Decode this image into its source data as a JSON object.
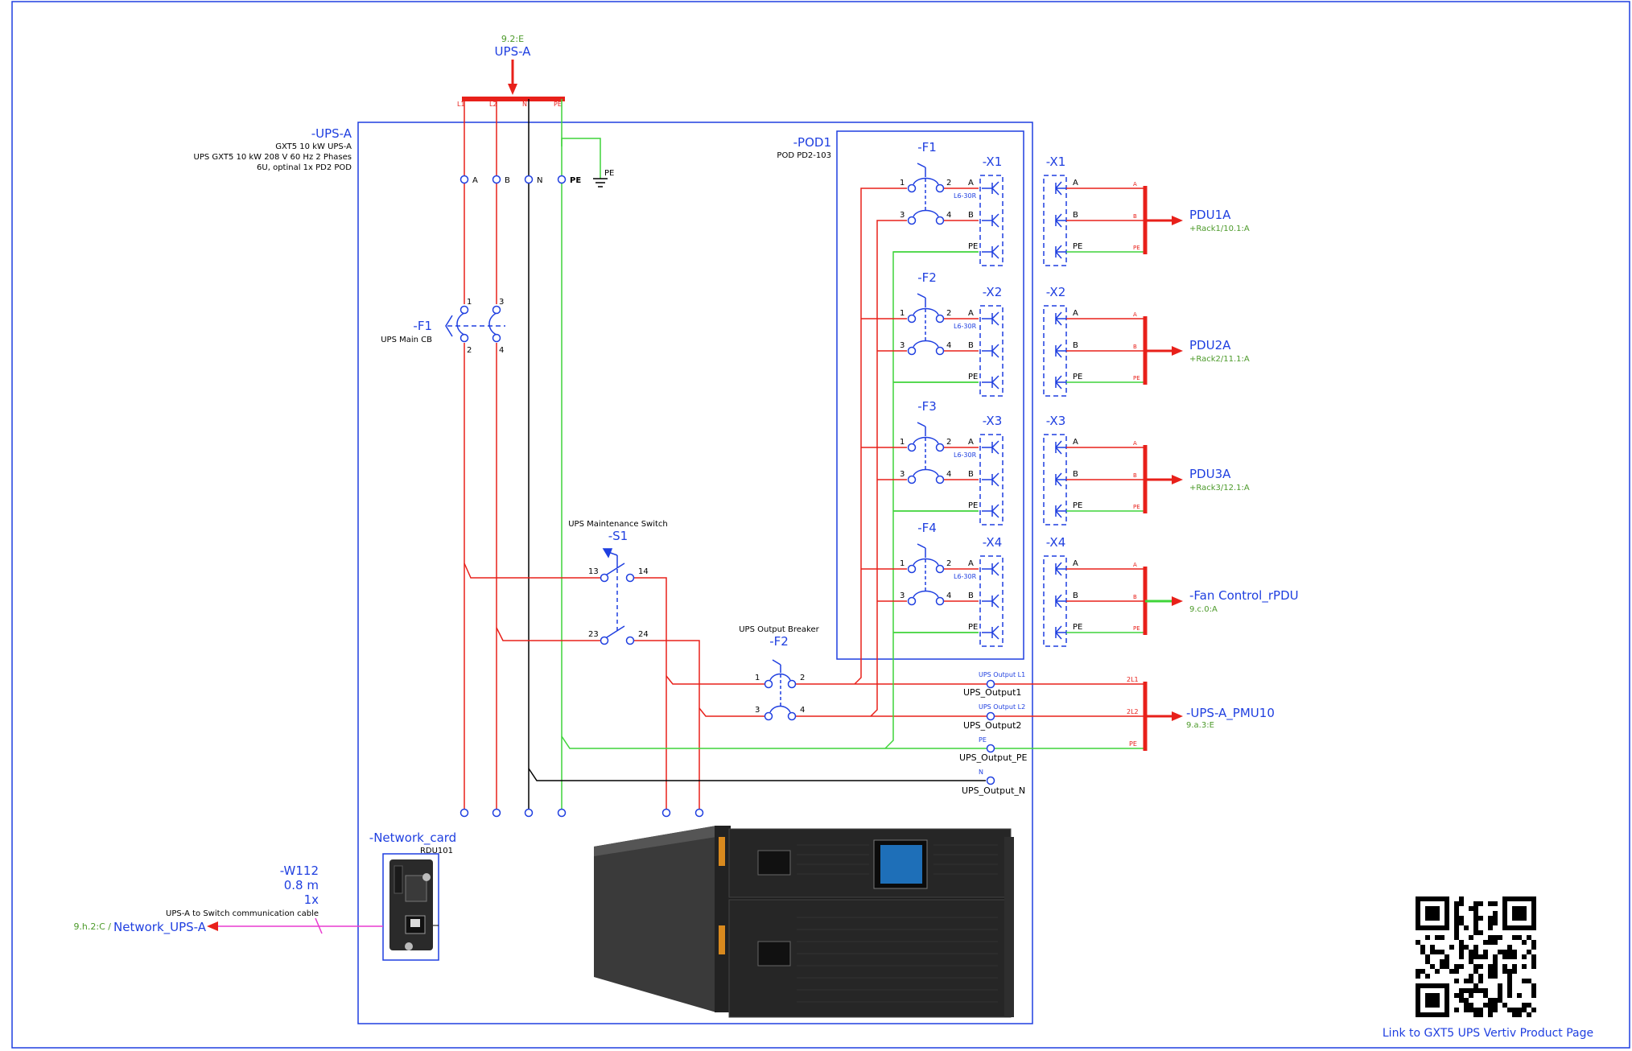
{
  "source": {
    "ref": "9.2:E",
    "name": "UPS-A",
    "bus_labels": [
      "L1",
      "L2",
      "N",
      "PE"
    ]
  },
  "ups": {
    "tag": "-UPS-A",
    "desc": [
      "GXT5 10 kW UPS-A",
      "UPS GXT5 10 kW 208 V 60 Hz 2 Phases",
      "6U, optinal 1x PD2 POD"
    ]
  },
  "input_terminals": [
    "A",
    "B",
    "N",
    "PE"
  ],
  "pe_symbol_label": "PE",
  "main_cb": {
    "tag": "-F1",
    "desc": "UPS Main CB",
    "pins": [
      "1",
      "3",
      "2",
      "4"
    ]
  },
  "pod": {
    "tag": "-POD1",
    "desc": "POD PD2-103"
  },
  "pod_breakers": [
    {
      "tag": "-F1",
      "strip": "-X1",
      "ext": "-X1",
      "target": "PDU1A",
      "ref": "+Rack1/10.1:A"
    },
    {
      "tag": "-F2",
      "strip": "-X2",
      "ext": "-X2",
      "target": "PDU2A",
      "ref": "+Rack2/11.1:A"
    },
    {
      "tag": "-F3",
      "strip": "-X3",
      "ext": "-X3",
      "target": "PDU3A",
      "ref": "+Rack3/12.1:A"
    },
    {
      "tag": "-F4",
      "strip": "-X4",
      "ext": "-X4",
      "target": "-Fan Control_rPDU",
      "ref": "9.c.0:A"
    }
  ],
  "breaker_pins": [
    "1",
    "2",
    "3",
    "4"
  ],
  "receptacle": "L6-30R",
  "strip_terms": [
    "A",
    "B",
    "PE"
  ],
  "wire_marks": [
    "A",
    "B",
    "PE"
  ],
  "maint_switch": {
    "title": "UPS Maintenance Switch",
    "tag": "-S1",
    "pins": [
      "13",
      "14",
      "23",
      "24"
    ]
  },
  "out_breaker": {
    "title": "UPS Output Breaker",
    "tag": "-F2",
    "pins": [
      "1",
      "2",
      "3",
      "4"
    ]
  },
  "outputs": [
    {
      "small": "UPS Output L1",
      "name": "UPS_Output1",
      "mark": "2L1"
    },
    {
      "small": "UPS Output L2",
      "name": "UPS_Output2",
      "mark": "2L2"
    },
    {
      "small": "PE",
      "name": "UPS_Output_PE",
      "mark": "PE"
    },
    {
      "small": "N",
      "name": "UPS_Output_N",
      "mark": ""
    }
  ],
  "pmu": {
    "target": "-UPS-A_PMU10",
    "ref": "9.a.3:E"
  },
  "network_card": {
    "tag": "-Network_card",
    "desc": "RDU101"
  },
  "cable": {
    "tag": "-W112",
    "length": "0.8 m",
    "count": "1x",
    "desc": "UPS-A to Switch communication cable",
    "ref": "9.h.2:C /",
    "target": "Network_UPS-A"
  },
  "product_link": "Link to GXT5 UPS Vertiv Product Page",
  "colors": {
    "red": "#e8201a",
    "green": "#3fd43a",
    "blue": "#1f3fe0",
    "black": "#000000",
    "ref_green": "#4c9a2a"
  }
}
